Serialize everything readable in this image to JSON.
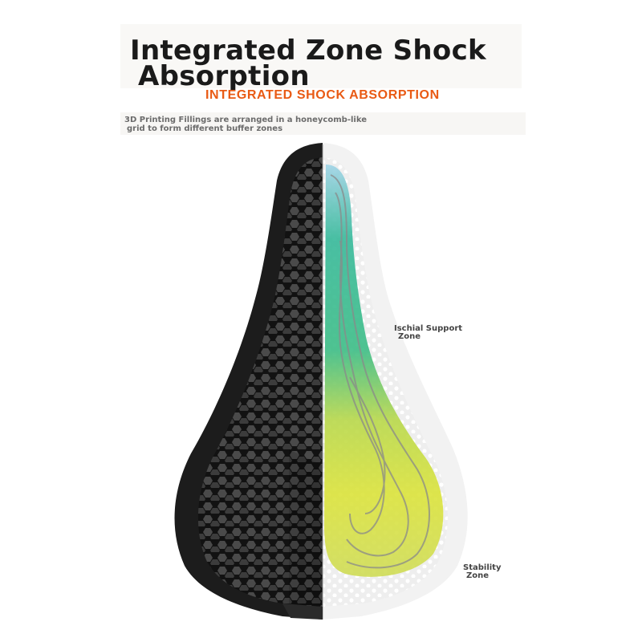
{
  "title": {
    "line1": "Integrated Zone Shock",
    "line2": "Absorption"
  },
  "subtitle": "INTEGRATED SHOCK ABSORPTION",
  "description": {
    "line1": "3D Printing Fillings are arranged in a honeycomb-like",
    "line2": "grid to form different buffer zones"
  },
  "zones": {
    "ischial": {
      "line1": "Ischial Support",
      "line2": "Zone"
    },
    "stability": {
      "line1": "Stability",
      "line2": "Zone"
    }
  },
  "colors": {
    "title": "#1a1a1a",
    "subtitle": "#e95a14",
    "cover": "#1e1e1e",
    "honeycomb": "#3a3a3a",
    "pressure_high": "#d8e13a",
    "pressure_mid": "#2fb894",
    "pressure_low": "#9fd3e6"
  },
  "icons": {
    "product": "bike-saddle-image"
  }
}
